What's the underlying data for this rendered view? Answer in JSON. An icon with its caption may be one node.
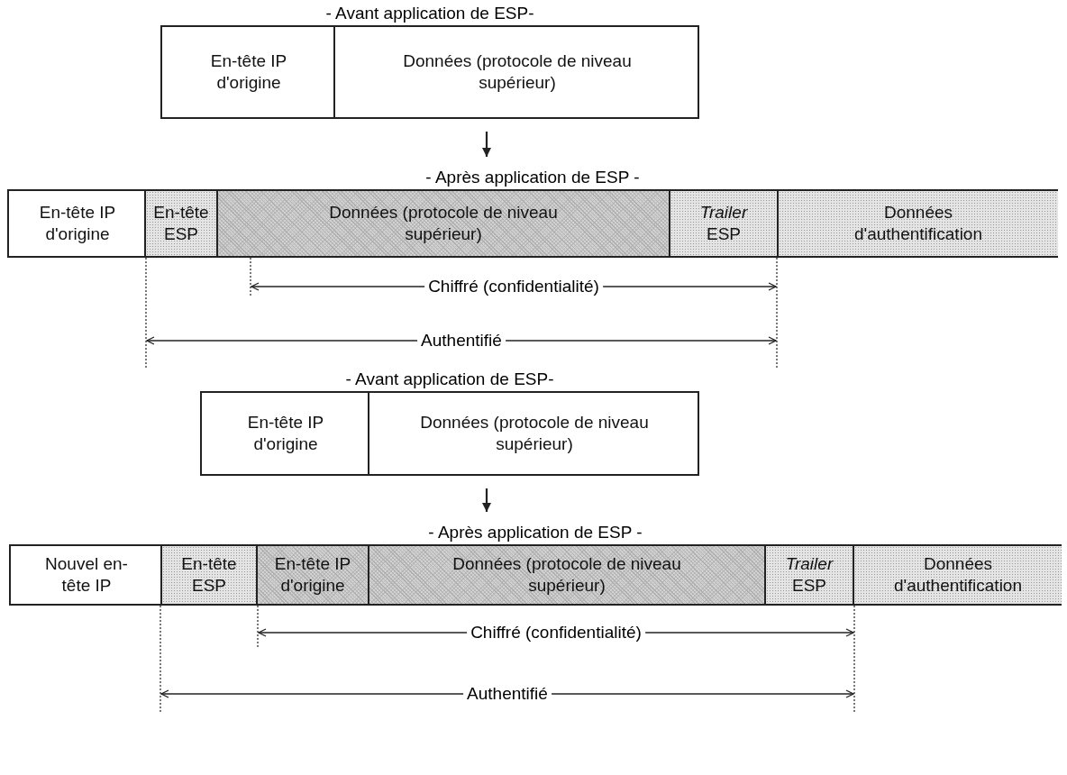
{
  "diagram": {
    "nodes": [
      {
        "text": [
          "- Avant application de ESP-"
        ]
      },
      {
        "text": [
          "En-tête IP d'origine"
        ],
        "in": 0
      },
      {
        "text": [
          "Données (protocole de niveau supérieur)"
        ],
        "in": 0
      },
      {
        "text": [
          "- Après application de ESP -"
        ]
      },
      {
        "text": [
          "En-tête IP d'origine"
        ],
        "in": 3
      },
      {
        "text": [
          "En-tête ESP"
        ],
        "in": 3
      },
      {
        "text": [
          "Données (protocole de niveau supérieur)"
        ],
        "in": 3
      },
      {
        "text": [
          "*Trailer* ESP"
        ],
        "in": 3
      },
      {
        "text": [
          "Données d'authentification"
        ],
        "in": 3
      },
      {
        "text": [
          "- Avant application de ESP-"
        ]
      },
      {
        "text": [
          "En-tête IP d'origine"
        ],
        "in": 9
      },
      {
        "text": [
          "Données (protocole de niveau supérieur)"
        ],
        "in": 9
      },
      {
        "text": [
          "- Après application de ESP -"
        ]
      },
      {
        "text": [
          "Nouvel en-tête IP"
        ],
        "in": 12
      },
      {
        "text": [
          "En-tête ESP"
        ],
        "in": 12
      },
      {
        "text": [
          "En-tête IP d'origine"
        ],
        "in": 12
      },
      {
        "text": [
          "Données (protocole de niveau supérieur)"
        ],
        "in": 12
      },
      {
        "text": [
          "*Trailer* ESP"
        ],
        "in": 12
      },
      {
        "text": [
          "Données d'authentification"
        ],
        "in": 12
      }
    ],
    "edges": [
      {
        "from": 0,
        "to": 3,
        "arrow": "to"
      },
      {
        "from": 9,
        "to": 12,
        "arrow": "to"
      }
    ],
    "labels": [
      "Chiffré (confidentialité)",
      "Authentifié",
      "Chiffré (confidentialité)",
      "Authentifié"
    ]
  }
}
